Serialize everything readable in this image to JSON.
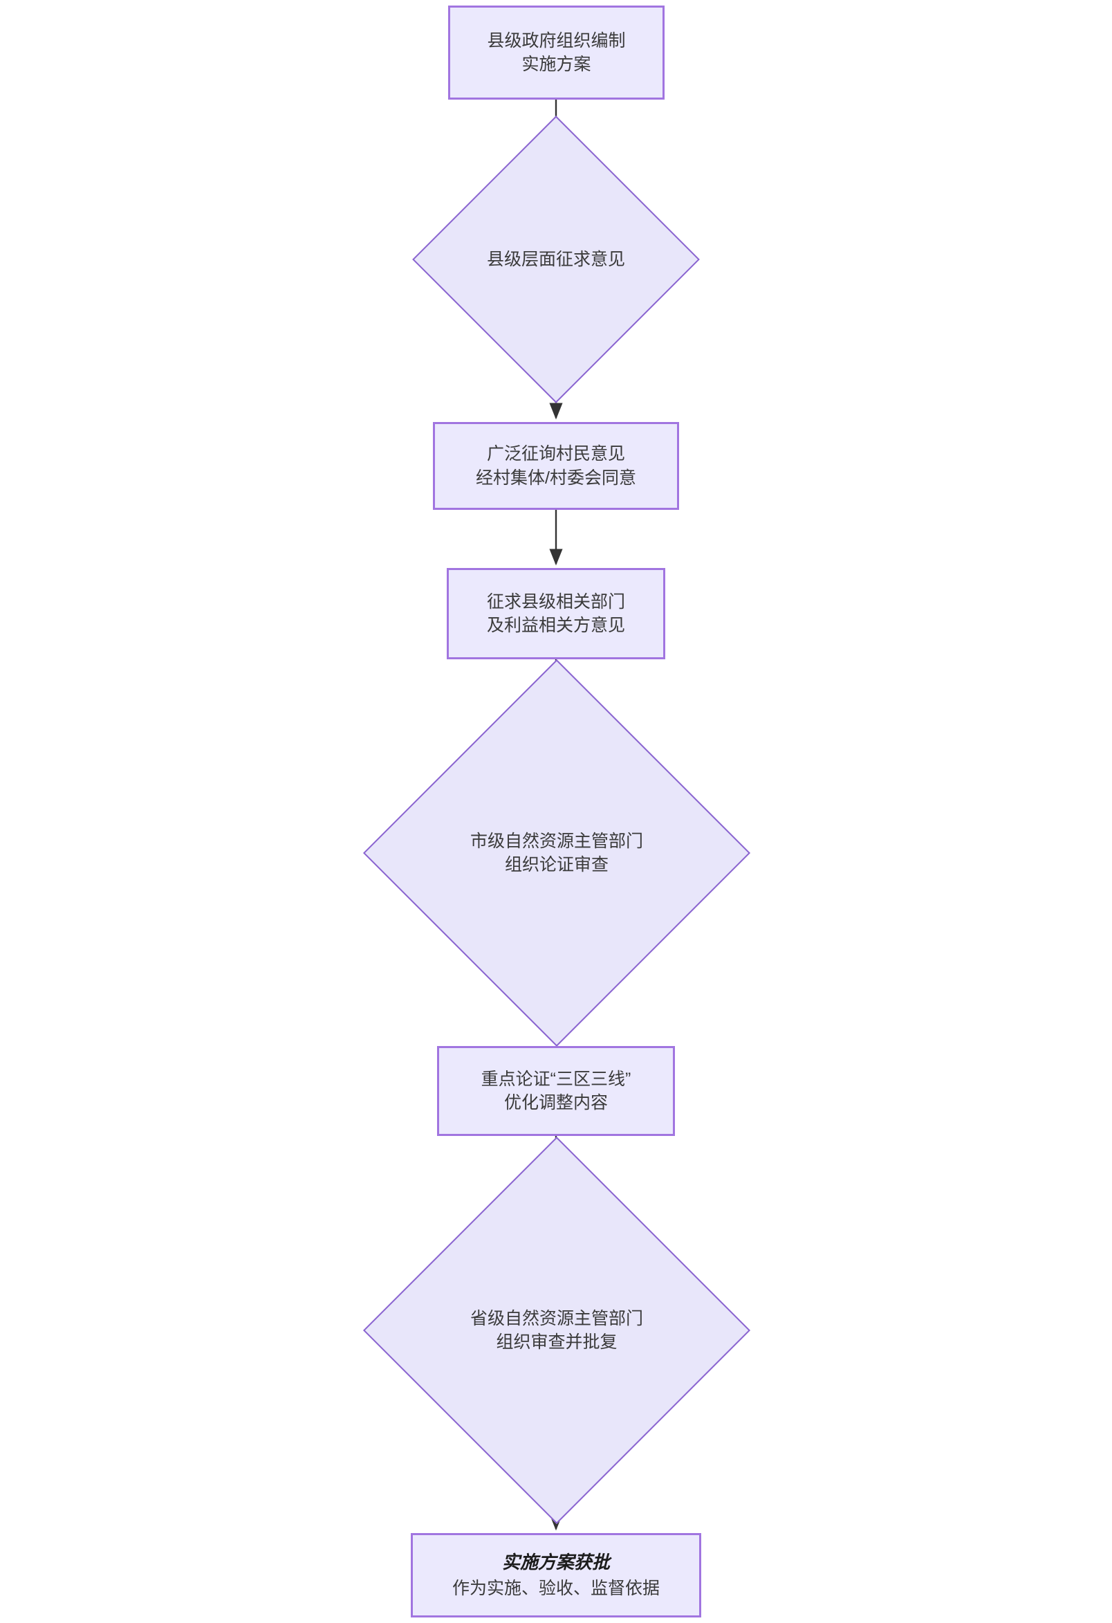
{
  "diagram": {
    "type": "flowchart",
    "orientation": "top-to-bottom",
    "theme": {
      "node_fill": "#ebe9fd",
      "node_border": "#a175e0",
      "decision_fill": "#e8e6fa",
      "decision_border": "#8a64d0",
      "edge_color": "#333333",
      "text_color": "#3a3a3a",
      "background": "#ffffff"
    },
    "nodes": [
      {
        "id": "n1",
        "shape": "rectangle",
        "text": "县级政府组织编制\n实施方案"
      },
      {
        "id": "d1",
        "shape": "diamond",
        "text": "县级层面征求意见"
      },
      {
        "id": "n2",
        "shape": "rectangle",
        "text": "广泛征询村民意见\n经村集体/村委会同意"
      },
      {
        "id": "n3",
        "shape": "rectangle",
        "text": "征求县级相关部门\n及利益相关方意见"
      },
      {
        "id": "d2",
        "shape": "diamond",
        "text": "市级自然资源主管部门\n组织论证审查"
      },
      {
        "id": "n4",
        "shape": "rectangle",
        "text": "重点论证“三区三线”\n优化调整内容"
      },
      {
        "id": "d3",
        "shape": "diamond",
        "text": "省级自然资源主管部门\n组织审查并批复"
      },
      {
        "id": "n5",
        "shape": "rectangle",
        "emphasis": "bold-italic",
        "title": "实施方案获批",
        "subtitle": "作为实施、验收、监督依据"
      }
    ],
    "edges": [
      {
        "from": "n1",
        "to": "d1",
        "label": "",
        "arrow": "down"
      },
      {
        "from": "d1",
        "to": "n2",
        "label": "",
        "arrow": "down"
      },
      {
        "from": "n2",
        "to": "n3",
        "label": "",
        "arrow": "down"
      },
      {
        "from": "n3",
        "to": "d2",
        "label": "",
        "arrow": "down"
      },
      {
        "from": "d2",
        "to": "n4",
        "label": "",
        "arrow": "down"
      },
      {
        "from": "n4",
        "to": "d3",
        "label": "",
        "arrow": "down"
      },
      {
        "from": "d3",
        "to": "n5",
        "label": "",
        "arrow": "down"
      }
    ]
  }
}
